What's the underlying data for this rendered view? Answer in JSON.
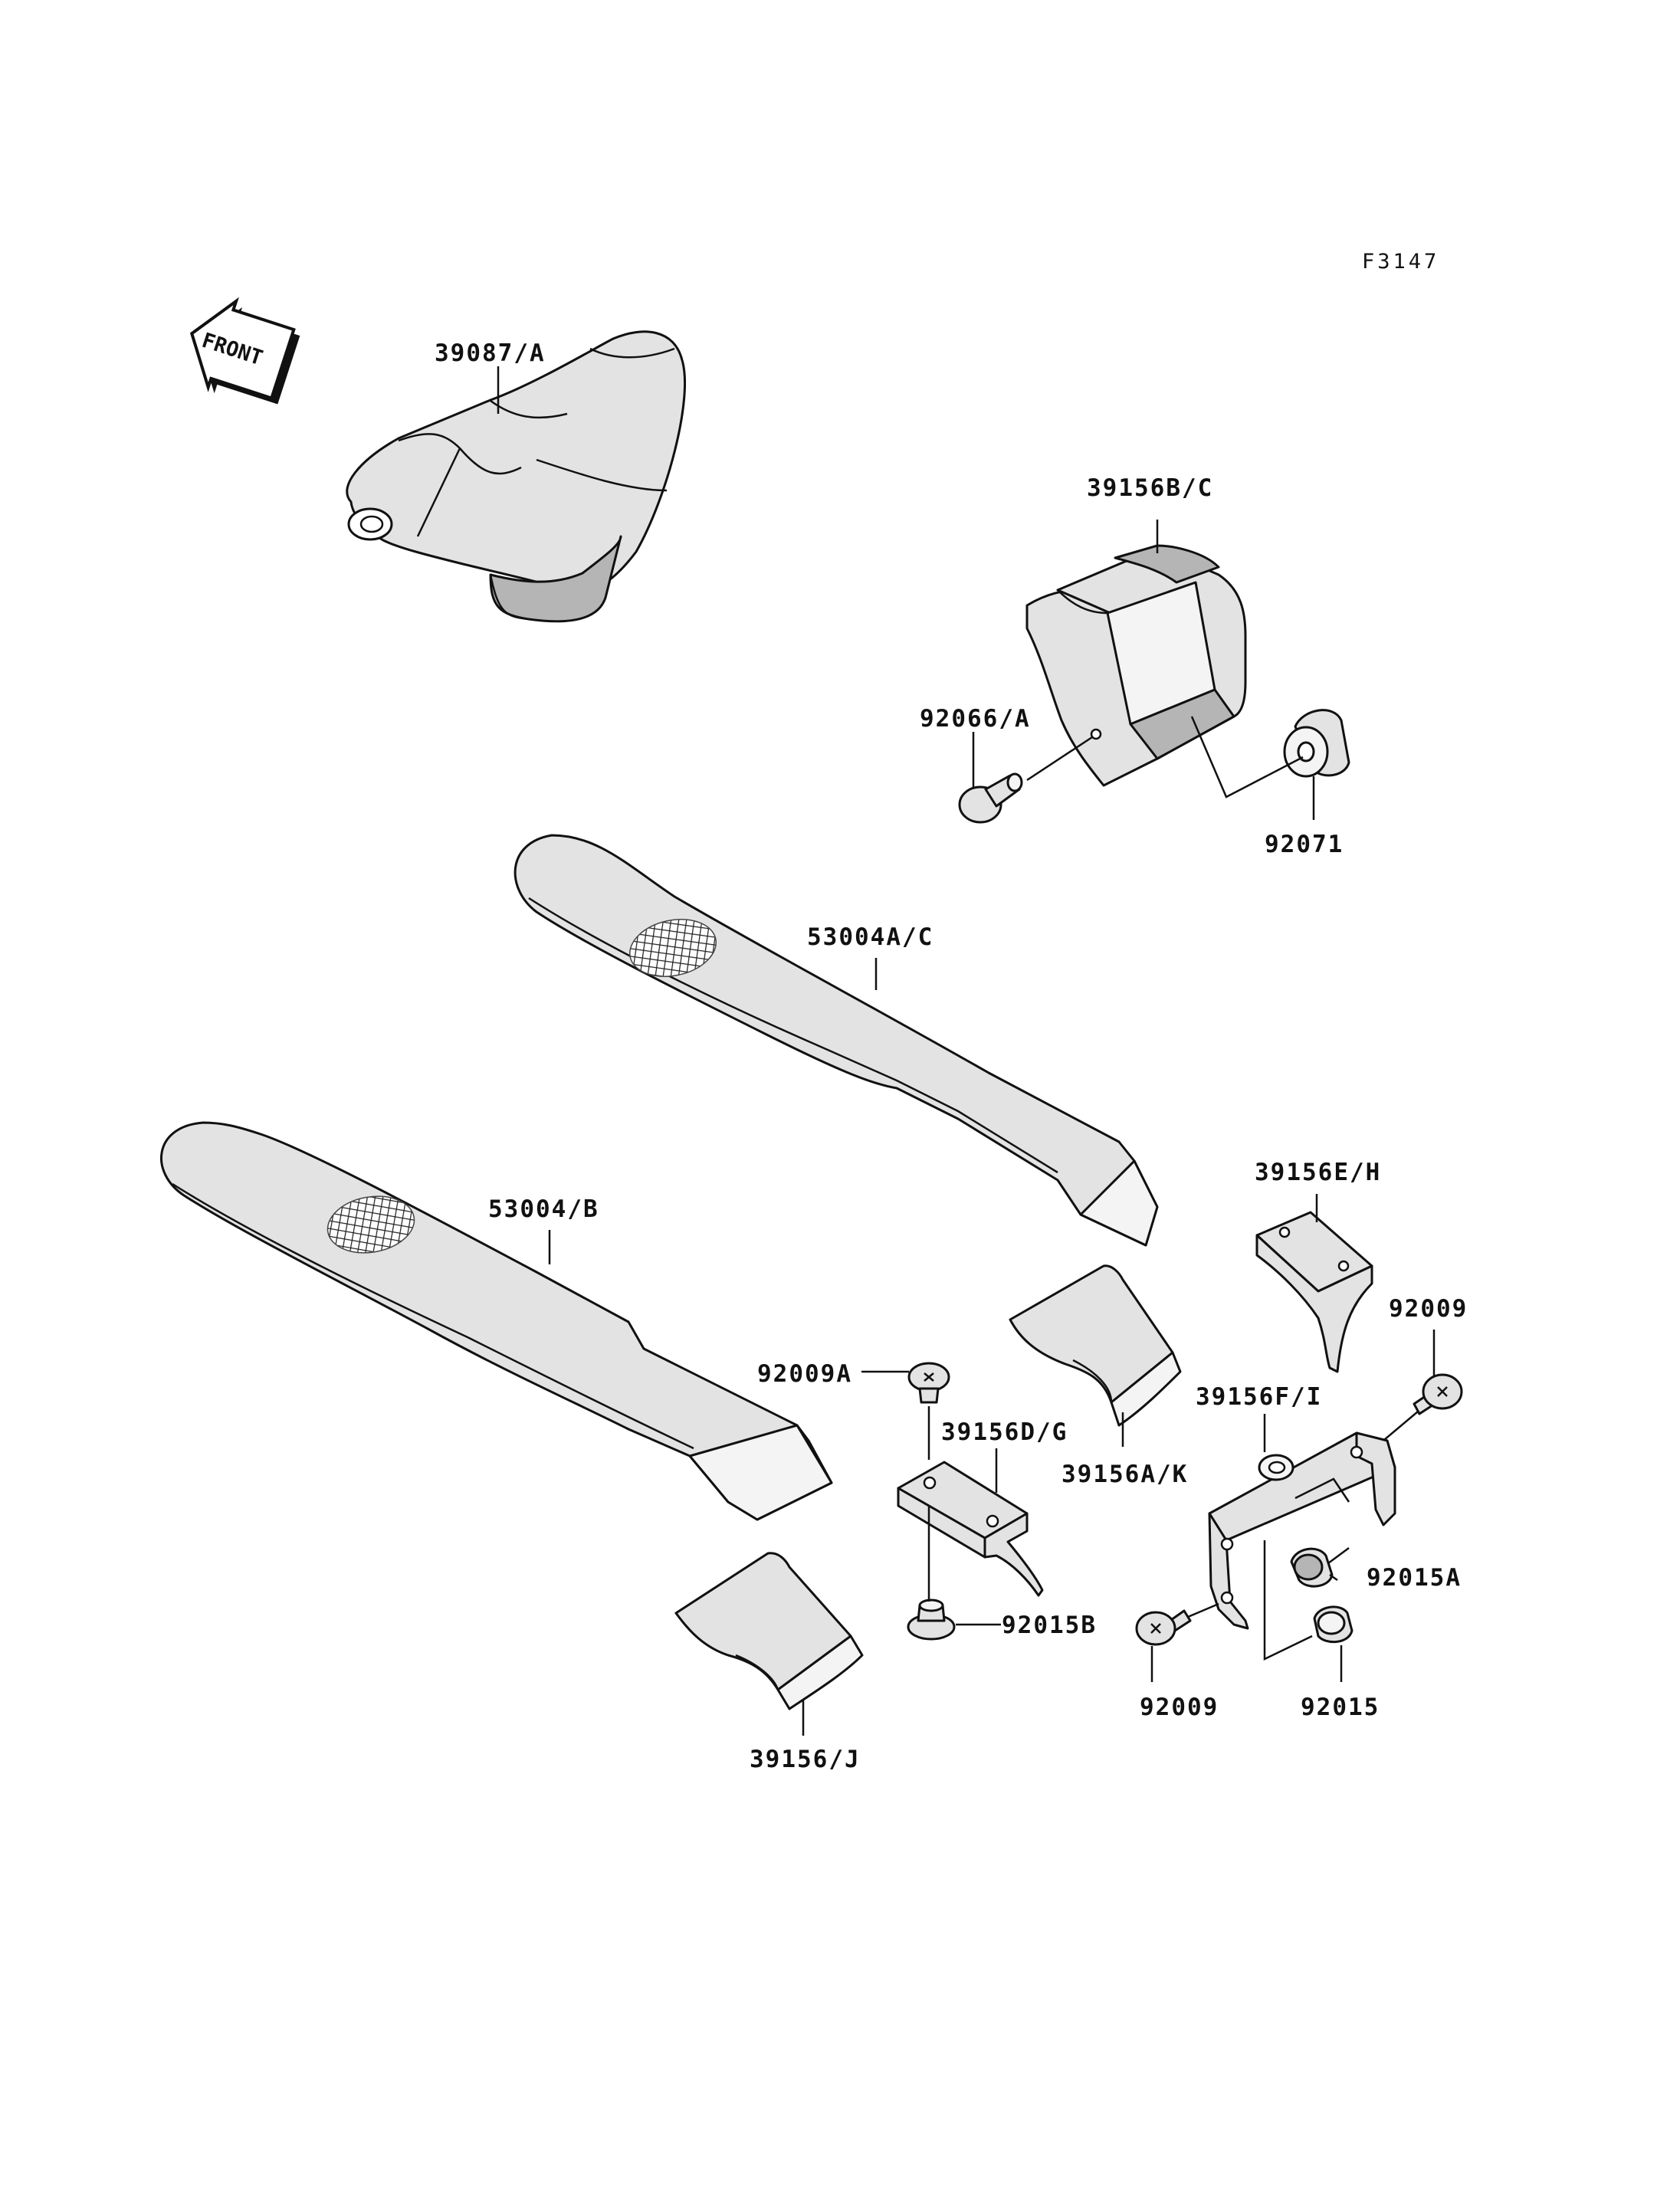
{
  "figure_code": "F3147",
  "front_label": "FRONT",
  "labels": {
    "p39087": "39087/A",
    "p39156bc": "39156B/C",
    "p92066": "92066/A",
    "p92071": "92071",
    "p53004ac": "53004A/C",
    "p53004b": "53004/B",
    "p39156eh": "39156E/H",
    "p92009r": "92009",
    "p92009a": "92009A",
    "p39156dg": "39156D/G",
    "p39156fi": "39156F/I",
    "p39156ak": "39156A/K",
    "p92015a": "92015A",
    "p92015b": "92015B",
    "p92009b": "92009",
    "p92015": "92015",
    "p39156j": "39156/J"
  }
}
